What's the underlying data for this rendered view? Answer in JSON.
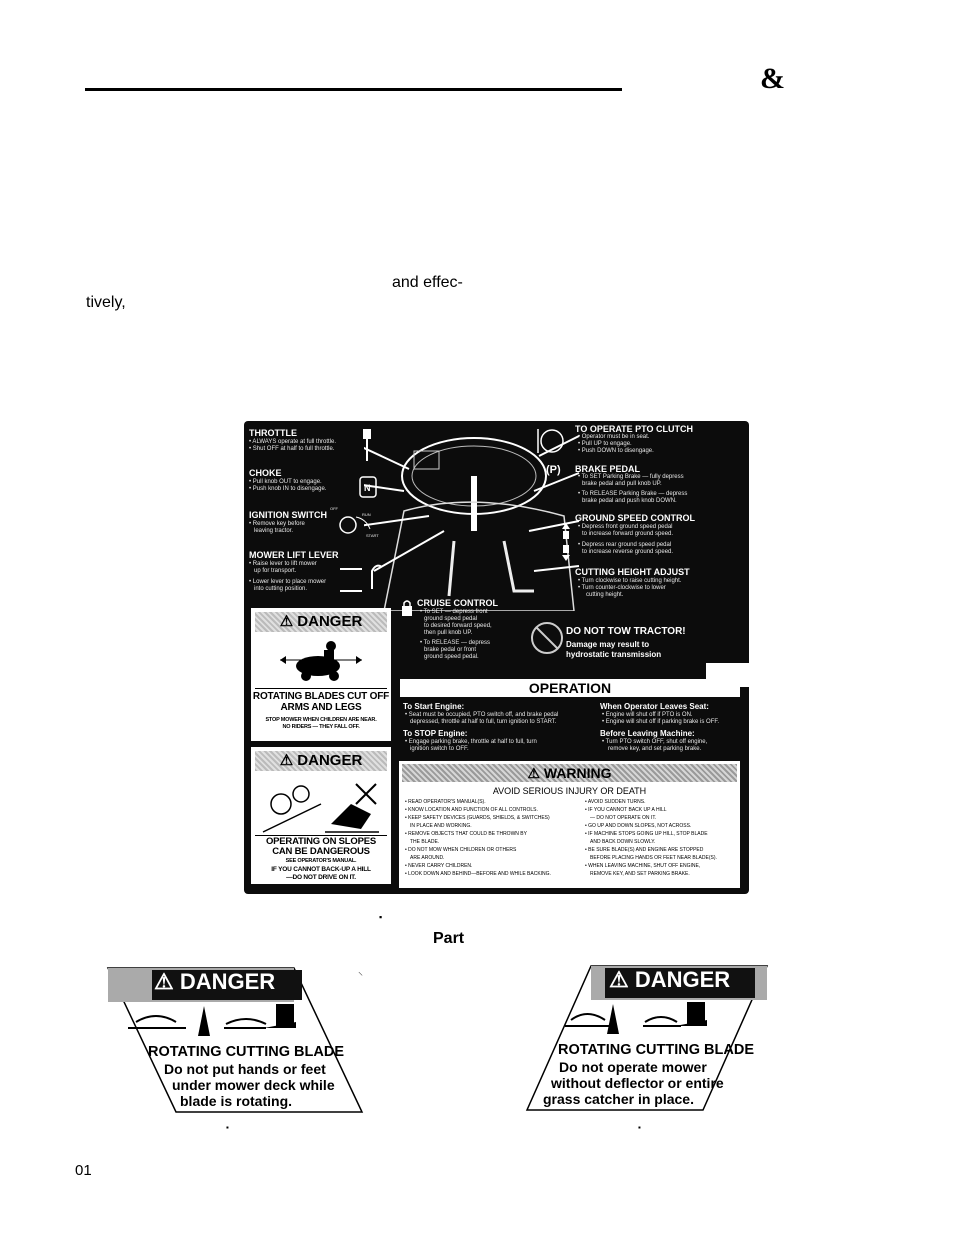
{
  "page": {
    "ampersand": "&",
    "frag1": "and effec-",
    "frag2": "tively,",
    "bullet": "▪",
    "part": "Part",
    "page_num": "01"
  },
  "decal": {
    "throttle": {
      "title": "THROTTLE",
      "l1": "• ALWAYS operate at full throttle.",
      "l2": "• Shut OFF at half to full throttle."
    },
    "choke": {
      "title": "CHOKE",
      "l1": "• Pull knob OUT to engage.",
      "l2": "• Push knob IN to disengage."
    },
    "ignition": {
      "title": "IGNITION SWITCH",
      "l1": "• Remove key before",
      "l2": "leaving tractor.",
      "off": "OFF",
      "run": "RUN",
      "start": "START"
    },
    "lift": {
      "title": "MOWER LIFT LEVER",
      "l1": "• Raise lever to lift mower",
      "l2": "up for transport.",
      "l3": "• Lower lever to place mower",
      "l4": "into cutting position."
    },
    "pto": {
      "title": "TO OPERATE PTO CLUTCH",
      "l1": "• Operator must be in seat.",
      "l2": "• Pull UP to engage.",
      "l3": "• Push DOWN to disengage."
    },
    "brake": {
      "title": "BRAKE PEDAL",
      "icon": "(P)",
      "l1": "• To SET Parking Brake — fully depress",
      "l2": "brake pedal and pull knob UP.",
      "l3": "• To RELEASE Parking Brake — depress",
      "l4": "brake pedal and push knob DOWN."
    },
    "ground": {
      "title": "GROUND SPEED CONTROL",
      "l1": "• Depress front ground speed pedal",
      "l2": "to increase forward ground speed.",
      "l3": "• Depress rear ground speed pedal",
      "l4": "to increase reverse ground speed."
    },
    "height": {
      "title": "CUTTING HEIGHT ADJUST",
      "l1": "• Turn clockwise to raise cutting height.",
      "l2": "• Turn counter-clockwise to lower",
      "l3": "cutting height."
    },
    "cruise": {
      "title": "CRUISE CONTROL",
      "l1": "• To SET — depress front",
      "l2": "ground speed pedal",
      "l3": "to desired forward speed,",
      "l4": "then pull knob UP.",
      "l5": "• To RELEASE — depress",
      "l6": "brake pedal or front",
      "l7": "ground speed pedal."
    },
    "tow": {
      "title": "DO NOT TOW TRACTOR!",
      "l1": "Damage may result to",
      "l2": "hydrostatic transmission"
    },
    "danger1": {
      "bar": "⚠ DANGER",
      "h1": "ROTATING BLADES CUT OFF",
      "h2": "ARMS AND LEGS",
      "s1": "STOP MOWER WHEN CHILDREN ARE NEAR.",
      "s2": "NO RIDERS — THEY FALL OFF."
    },
    "danger2": {
      "bar": "⚠ DANGER",
      "h1": "OPERATING ON SLOPES",
      "h2": "CAN BE DANGEROUS",
      "s1": "SEE OPERATOR'S MANUAL.",
      "s2": "IF YOU CANNOT BACK-UP A HILL",
      "s3": "—DO NOT DRIVE ON IT."
    },
    "operation": {
      "title": "OPERATION",
      "start_t": "To Start Engine:",
      "start_1": "• Seat must be occupied, PTO switch off, and brake pedal",
      "start_2": "depressed, throttle at half to full, turn ignition to START.",
      "stop_t": "To STOP Engine:",
      "stop_1": "• Engage parking brake, throttle at half to full, turn",
      "stop_2": "ignition switch to OFF.",
      "leave_t": "When Operator Leaves Seat:",
      "leave_1": "• Engine will shut off if PTO is ON.",
      "leave_2": "• Engine will shut off if parking brake is OFF.",
      "before_t": "Before Leaving Machine:",
      "before_1": "• Turn PTO switch OFF, shut off engine,",
      "before_2": "remove key, and set parking brake."
    },
    "warning": {
      "bar": "⚠ WARNING",
      "sub": "AVOID SERIOUS INJURY OR DEATH",
      "left": [
        "• READ OPERATOR'S MANUAL(S).",
        "• KNOW LOCATION AND FUNCTION OF ALL CONTROLS.",
        "• KEEP SAFETY DEVICES (GUARDS, SHIELDS, & SWITCHES)",
        "IN PLACE AND WORKING.",
        "• REMOVE OBJECTS THAT COULD BE THROWN BY",
        "THE BLADE.",
        "• DO NOT MOW WHEN CHILDREN OR OTHERS",
        "ARE AROUND.",
        "• NEVER CARRY CHILDREN.",
        "• LOOK DOWN AND BEHIND—BEFORE AND WHILE BACKING."
      ],
      "right": [
        "• AVOID SUDDEN TURNS.",
        "• IF YOU CANNOT BACK UP A HILL",
        "— DO NOT OPERATE ON IT.",
        "• GO UP AND DOWN SLOPES, NOT ACROSS.",
        "• IF MACHINE STOPS GOING UP HILL, STOP BLADE",
        "AND BACK DOWN SLOWLY.",
        "• BE SURE BLADE(S) AND ENGINE ARE STOPPED",
        "BEFORE PLACING HANDS OR FEET NEAR BLADE(S).",
        "• WHEN LEAVING MACHINE, SHUT OFF ENGINE,",
        "REMOVE KEY, AND SET PARKING BRAKE."
      ]
    }
  },
  "left_decal": {
    "bar": "⚠ DANGER",
    "h": "ROTATING CUTTING BLADE",
    "l1": "Do not put hands or feet",
    "l2": "under mower deck while",
    "l3": "blade is rotating."
  },
  "right_decal": {
    "bar": "⚠ DANGER",
    "h": "ROTATING CUTTING BLADE",
    "l1": "Do not operate mower",
    "l2": "without deflector or entire",
    "l3": "grass catcher in place."
  }
}
